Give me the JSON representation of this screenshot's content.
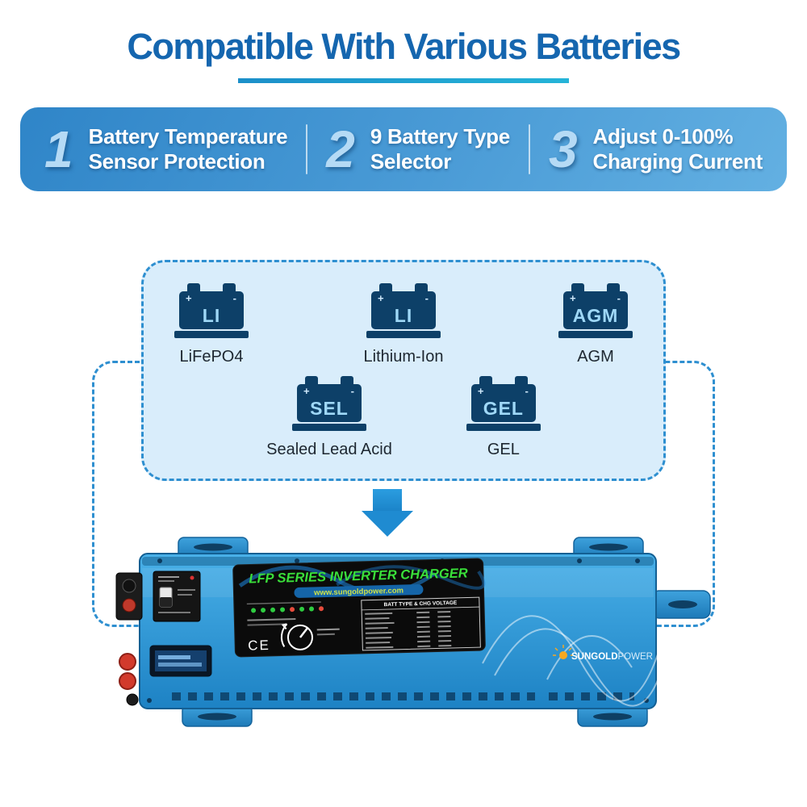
{
  "title": "Compatible With Various Batteries",
  "features": [
    {
      "number": "1",
      "line1": "Battery Temperature",
      "line2": "Sensor Protection"
    },
    {
      "number": "2",
      "line1": "9 Battery Type",
      "line2": "Selector"
    },
    {
      "number": "3",
      "line1": "Adjust 0-100%",
      "line2": "Charging Current"
    }
  ],
  "battery_terminals": {
    "plus": "+",
    "minus": "-"
  },
  "batteries": [
    {
      "code": "LI",
      "label": "LiFePO4"
    },
    {
      "code": "LI",
      "label": "Lithium-Ion"
    },
    {
      "code": "AGM",
      "label": "AGM"
    },
    {
      "code": "SEL",
      "label": "Sealed Lead Acid"
    },
    {
      "code": "GEL",
      "label": "GEL"
    }
  ],
  "inverter": {
    "label_title": "LFP SERIES INVERTER CHARGER",
    "website": "www.sungoldpower.com",
    "table_title": "BATT TYPE & CHG VOLTAGE",
    "ce_mark": "CE",
    "brand_primary": "SUNGOLD",
    "brand_secondary": "POWER"
  },
  "colors": {
    "title_blue": "#1566af",
    "accent_teal": "#25b4d8",
    "banner_blue": "#4a9bd6",
    "panel_fill": "#d9edfb",
    "dashed_border": "#2e8fd0",
    "battery_navy": "#0d4068",
    "battery_text": "#9fd8f7",
    "arrow_blue": "#1f8bd1",
    "inverter_blue": "#2b99d8",
    "label_green": "#3ae03a"
  }
}
